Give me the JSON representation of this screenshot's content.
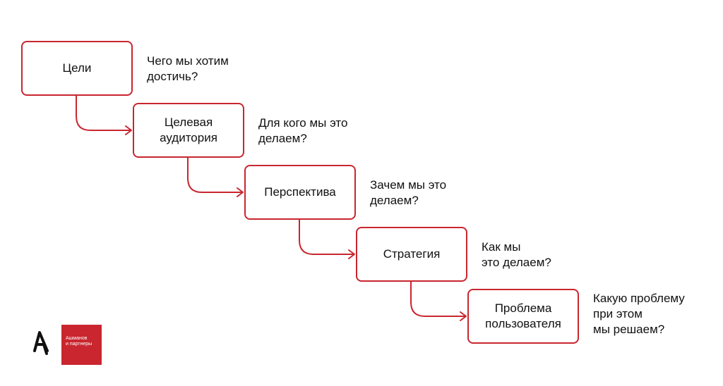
{
  "colors": {
    "accent": "#c9262f",
    "text": "#111111",
    "background": "#ffffff"
  },
  "steps": [
    {
      "label": "Цели",
      "question": "Чего мы хотим\nдостичь?"
    },
    {
      "label": "Целевая\nаудитория",
      "question": "Для кого мы это\nделаем?"
    },
    {
      "label": "Перспектива",
      "question": "Зачем мы это\nделаем?"
    },
    {
      "label": "Стратегия",
      "question": "Как мы\nэто делаем?"
    },
    {
      "label": "Проблема\nпользователя",
      "question": "Какую проблему\nпри этом\nмы решаем?"
    }
  ],
  "logo": {
    "icon": "cursor-a-icon",
    "text": "Ашманов\nи партнеры"
  }
}
